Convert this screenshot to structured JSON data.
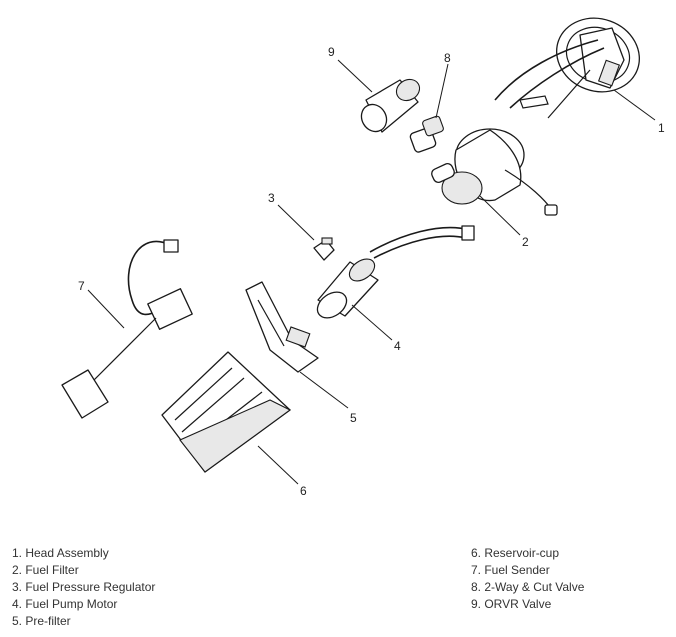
{
  "callouts": {
    "c1": "1",
    "c2": "2",
    "c3": "3",
    "c4": "4",
    "c5": "5",
    "c6": "6",
    "c7": "7",
    "c8": "8",
    "c9": "9"
  },
  "legend": {
    "left": [
      "1. Head Assembly",
      "2. Fuel Filter",
      "3. Fuel Pressure Regulator",
      "4. Fuel Pump Motor",
      "5. Pre-filter"
    ],
    "right": [
      "6. Reservoir-cup",
      "7. Fuel Sender",
      "8. 2-Way & Cut Valve",
      "9. ORVR Valve"
    ]
  }
}
